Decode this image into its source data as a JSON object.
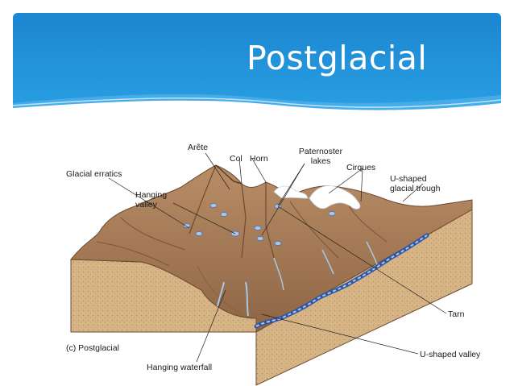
{
  "slide": {
    "title": "Postglacial"
  },
  "diagram": {
    "caption": "(c) Postglacial",
    "labels": {
      "arete": "Arête",
      "col": "Col",
      "horn": "Horn",
      "paternoster_line1": "Paternoster",
      "paternoster_line2": "lakes",
      "cirques": "Cirques",
      "u_trough_line1": "U-shaped",
      "u_trough_line2": "glacial trough",
      "glacial_erratics": "Glacial erratics",
      "hanging_valley_line1": "Hanging",
      "hanging_valley_line2": "valley",
      "tarn": "Tarn",
      "u_valley": "U-shaped valley",
      "hanging_waterfall": "Hanging waterfall"
    }
  },
  "colors": {
    "banner_blue": "#1e8fd6",
    "banner_light": "#5ab8ee",
    "rock_brown": "#a67c58",
    "rock_dark": "#7a5538",
    "soil": "#d6b486",
    "water": "#4a6fb5",
    "snow": "#ffffff"
  }
}
